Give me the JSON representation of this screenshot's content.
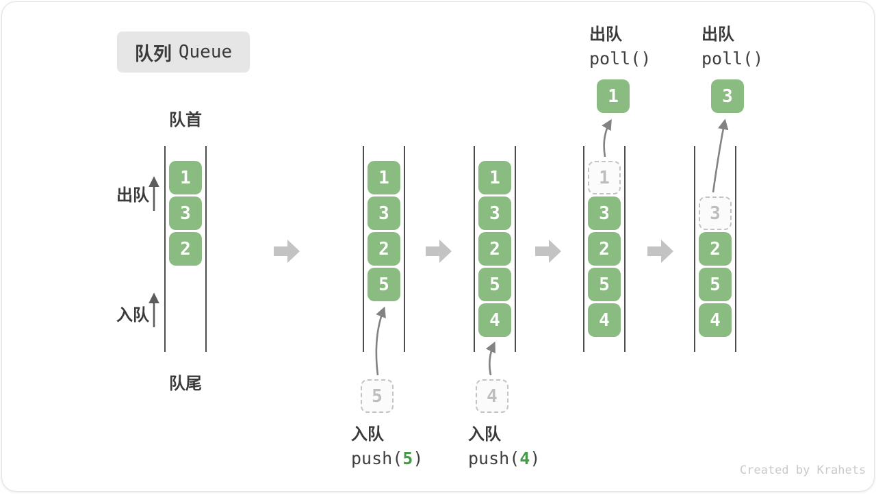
{
  "title": {
    "zh": "队列",
    "en": "Queue"
  },
  "labels": {
    "front": "队首",
    "rear": "队尾",
    "dequeue": "出队",
    "enqueue": "入队"
  },
  "annotations": {
    "push5": {
      "zh": "入队",
      "fn_prefix": "push(",
      "arg": "5",
      "fn_suffix": ")"
    },
    "push4": {
      "zh": "入队",
      "fn_prefix": "push(",
      "arg": "4",
      "fn_suffix": ")"
    },
    "poll1": {
      "zh": "出队",
      "fn": "poll()"
    },
    "poll2": {
      "zh": "出队",
      "fn": "poll()"
    }
  },
  "states": [
    {
      "cells": {
        "s0": "1",
        "s1": "3",
        "s2": "2"
      }
    },
    {
      "cells": {
        "s0": "1",
        "s1": "3",
        "s2": "2",
        "s3": "5"
      },
      "incoming": "5"
    },
    {
      "cells": {
        "s0": "1",
        "s1": "3",
        "s2": "2",
        "s3": "5",
        "s4": "4"
      },
      "incoming": "4"
    },
    {
      "cells": {
        "s1": "3",
        "s2": "2",
        "s3": "5",
        "s4": "4"
      },
      "removed": "1",
      "popped": "1"
    },
    {
      "cells": {
        "s2": "2",
        "s3": "5",
        "s4": "4"
      },
      "removed": "3",
      "popped": "3"
    }
  ],
  "watermark": "Created by Krahets",
  "colors": {
    "cell_green": "#8ABB80",
    "accent_green": "#469A4A",
    "dashed_border": "#c3c3c3",
    "line_gray": "#4d4d4d",
    "big_arrow_gray": "#c3c3c3"
  }
}
